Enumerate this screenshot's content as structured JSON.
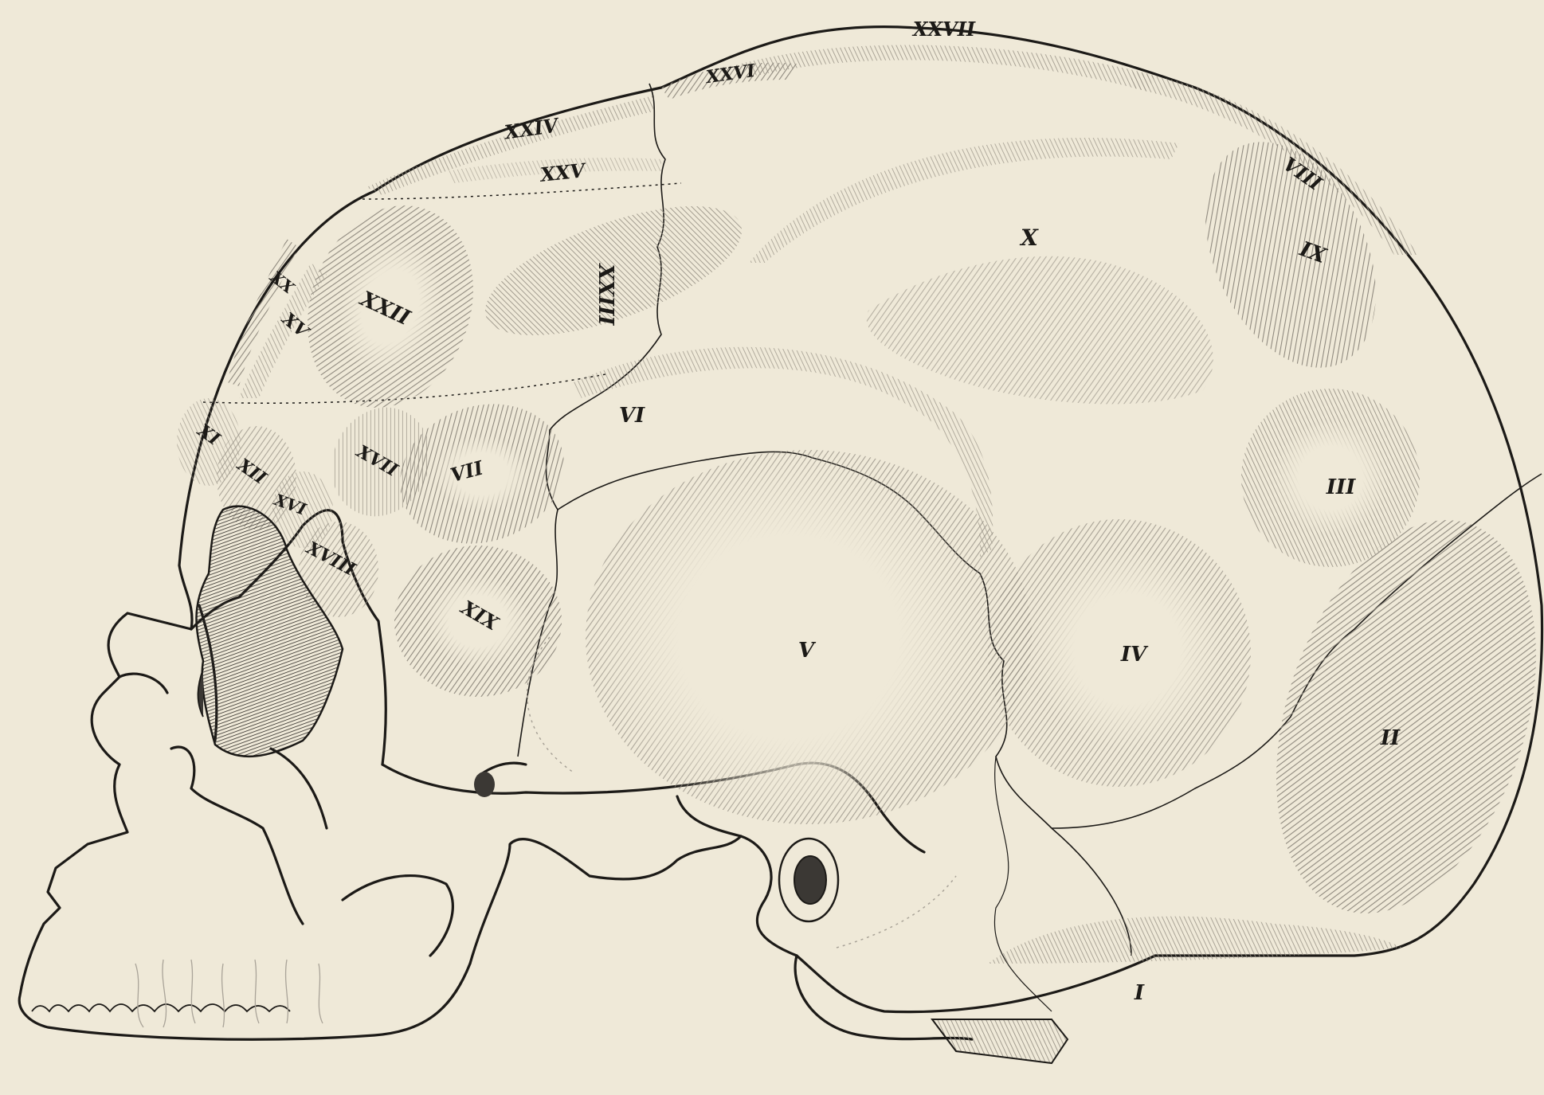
{
  "colors": {
    "paper": "#efe9d8",
    "ink": "#1c1a17",
    "hatch": "#8f897e",
    "hatch_light": "#b4ad9f",
    "orbit_dark": "#3b3834"
  },
  "labels": {
    "I": "I",
    "II": "II",
    "III": "III",
    "IV": "IV",
    "V": "V",
    "VI": "VI",
    "VII": "VII",
    "VIII": "VIII",
    "IX": "IX",
    "X": "X",
    "XI": "XI",
    "XII": "XII",
    "XV": "XV",
    "XVI": "XVI",
    "XVII": "XVII",
    "XVIII": "XVIII",
    "XIX": "XIX",
    "XX": "XX",
    "XXII": "XXII",
    "XXIII": "XXIII",
    "XXIV": "XXIV",
    "XXV": "XXV",
    "XXVI": "XXVI",
    "XXVII": "XXVII"
  }
}
